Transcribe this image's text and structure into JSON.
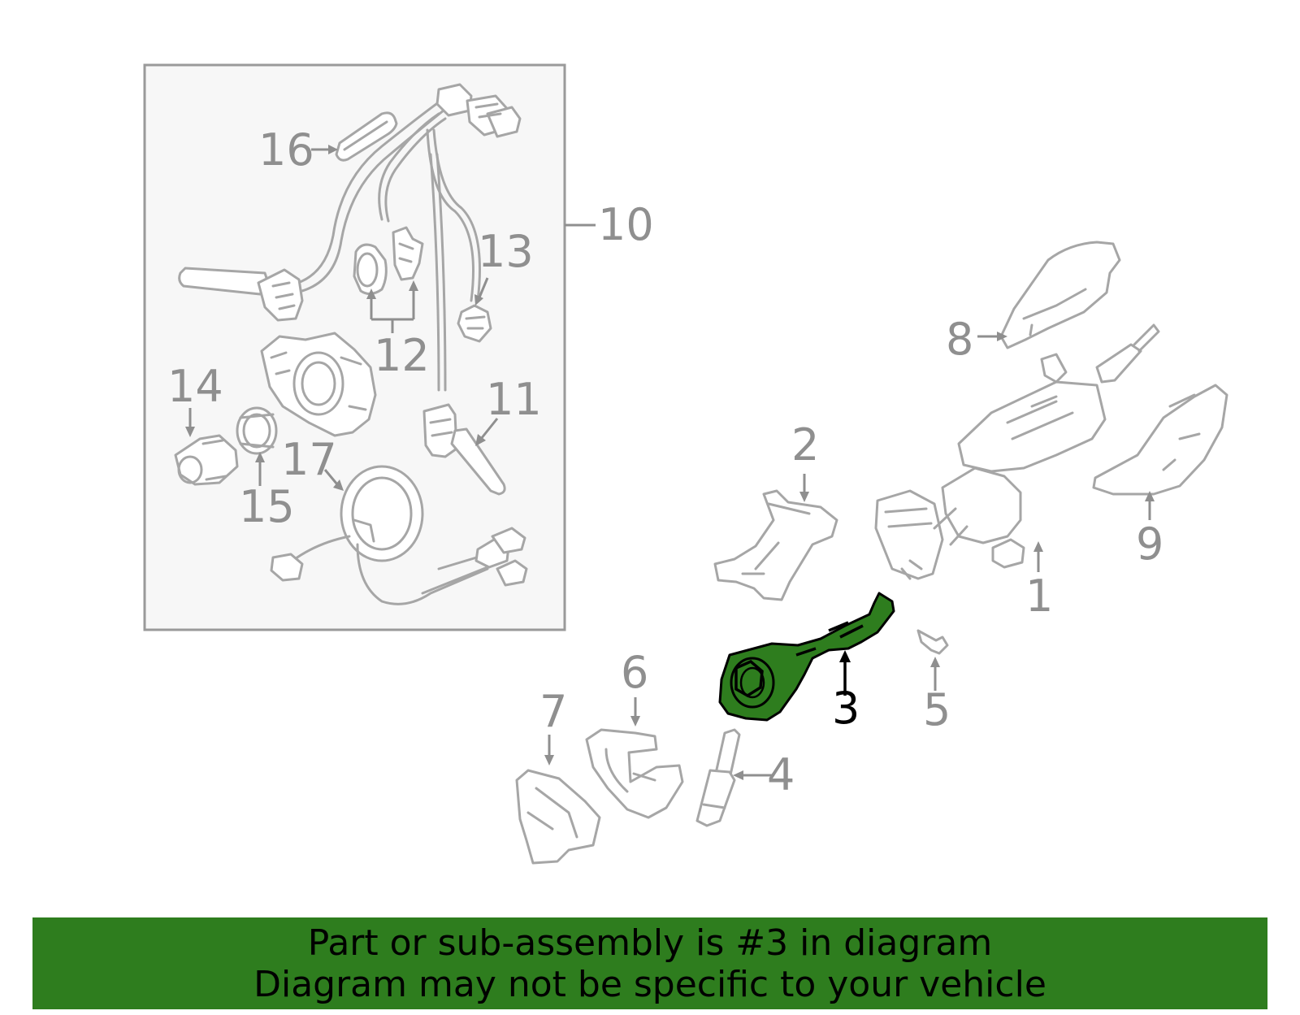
{
  "diagram": {
    "highlighted_part": "3",
    "callouts": {
      "c1": "1",
      "c2": "2",
      "c3": "3",
      "c4": "4",
      "c5": "5",
      "c6": "6",
      "c7": "7",
      "c8": "8",
      "c9": "9",
      "c10": "10",
      "c11": "11",
      "c12": "12",
      "c13": "13",
      "c14": "14",
      "c15": "15",
      "c16": "16",
      "c17": "17"
    },
    "colors": {
      "highlight": "#2e7d1e",
      "parts_stroke": "#a6a6a6",
      "inset_background": "#f7f7f7"
    }
  },
  "banner": {
    "line1": "Part or sub-assembly is #3 in diagram",
    "line2": "Diagram may not be specific to your vehicle"
  }
}
